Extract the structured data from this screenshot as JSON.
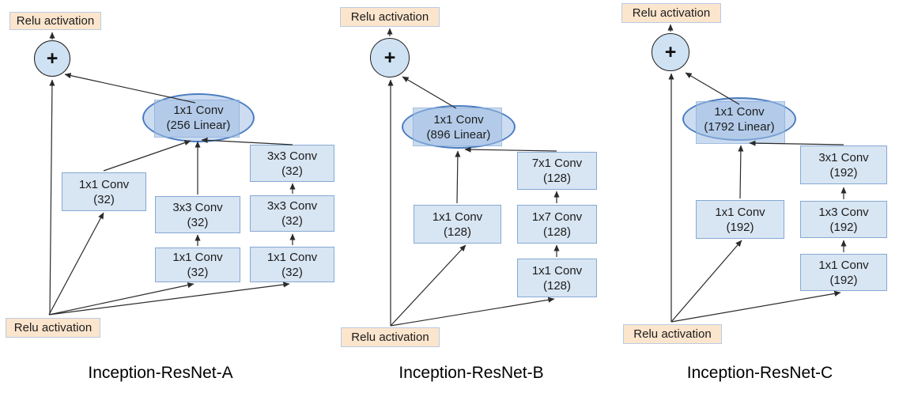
{
  "colors": {
    "conv_fill": "#d8e5f2",
    "conv_border": "#85a9d4",
    "relu_fill": "#fce5cd",
    "relu_border": "#b9cbe2",
    "circle_fill": "#cfe2f3",
    "ellipse_fill": "#cddcf1",
    "ellipse_border": "#4a7dc0",
    "inner_rect_fill": "rgba(158,189,226,0.55)",
    "arrow_color": "#2a2a2a",
    "text_color": "#1c1c1c"
  },
  "diagrams": [
    {
      "title": "Inception-ResNet-A",
      "relu_top": "Relu activation",
      "relu_bottom": "Relu activation",
      "plus_label": "+",
      "ellipse": {
        "line1": "1x1 Conv",
        "line2": "(256 Linear)"
      },
      "nodes": [
        {
          "line1": "1x1 Conv",
          "line2": "(32)"
        },
        {
          "line1": "3x3 Conv",
          "line2": "(32)"
        },
        {
          "line1": "1x1 Conv",
          "line2": "(32)"
        },
        {
          "line1": "3x3 Conv",
          "line2": "(32)"
        },
        {
          "line1": "3x3 Conv",
          "line2": "(32)"
        },
        {
          "line1": "1x1 Conv",
          "line2": "(32)"
        }
      ]
    },
    {
      "title": "Inception-ResNet-B",
      "relu_top": "Relu activation",
      "relu_bottom": "Relu activation",
      "plus_label": "+",
      "ellipse": {
        "line1": "1x1 Conv",
        "line2": "(896 Linear)"
      },
      "nodes": [
        {
          "line1": "1x1 Conv",
          "line2": "(128)"
        },
        {
          "line1": "7x1 Conv",
          "line2": "(128)"
        },
        {
          "line1": "1x7 Conv",
          "line2": "(128)"
        },
        {
          "line1": "1x1 Conv",
          "line2": "(128)"
        }
      ]
    },
    {
      "title": "Inception-ResNet-C",
      "relu_top": "Relu activation",
      "relu_bottom": "Relu activation",
      "plus_label": "+",
      "ellipse": {
        "line1": "1x1 Conv",
        "line2": "(1792 Linear)"
      },
      "nodes": [
        {
          "line1": "1x1 Conv",
          "line2": "(192)"
        },
        {
          "line1": "3x1 Conv",
          "line2": "(192)"
        },
        {
          "line1": "1x3 Conv",
          "line2": "(192)"
        },
        {
          "line1": "1x1 Conv",
          "line2": "(192)"
        }
      ]
    }
  ]
}
